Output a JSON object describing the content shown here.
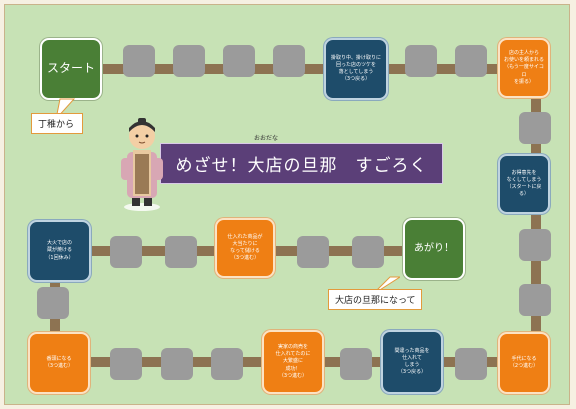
{
  "title": "めざせ！大店の旦那　すごろく",
  "title_ruby": "おおだな",
  "start": {
    "label": "スタート",
    "bubble": "丁稚から"
  },
  "goal": {
    "label": "あがり！",
    "bubble": "大店の旦那になって"
  },
  "cards": {
    "c_top_navy": [
      "掛取り中、掛け取りに",
      "回った店のツケを",
      "落としてしまう",
      "（3つ戻る）"
    ],
    "c_top_right": [
      "店の主人から",
      "お使いを頼まれる",
      "（もう一度サイコロ",
      "を振る）"
    ],
    "c_right_navy": [
      "お得意先を",
      "なくしてしまう",
      "（スタートに戻る）"
    ],
    "c_mid_orange": [
      "仕入れた商品が",
      "大当たりに",
      "なって儲ける",
      "（3つ進む）"
    ],
    "c_mid_navy": [
      "大火で店の",
      "蔵が焼ける",
      "（1回休み）"
    ],
    "c_bot_left": [
      "番頭になる",
      "（3つ進む）"
    ],
    "c_bot_mid": [
      "実家の商売を",
      "仕入れてたのに",
      "大繁盛に",
      "成功！",
      "（3つ進む）"
    ],
    "c_bot_navy": [
      "間違った商品を",
      "仕入れて",
      "しまう",
      "（3つ戻る）"
    ],
    "c_bot_right": [
      "手代になる",
      "（2つ進む）"
    ]
  },
  "colors": {
    "orange": "#ef7f14",
    "navy": "#1e4c6a",
    "green": "#4a7f36",
    "purple": "#5b3f78",
    "board": "#c7e2b5"
  }
}
